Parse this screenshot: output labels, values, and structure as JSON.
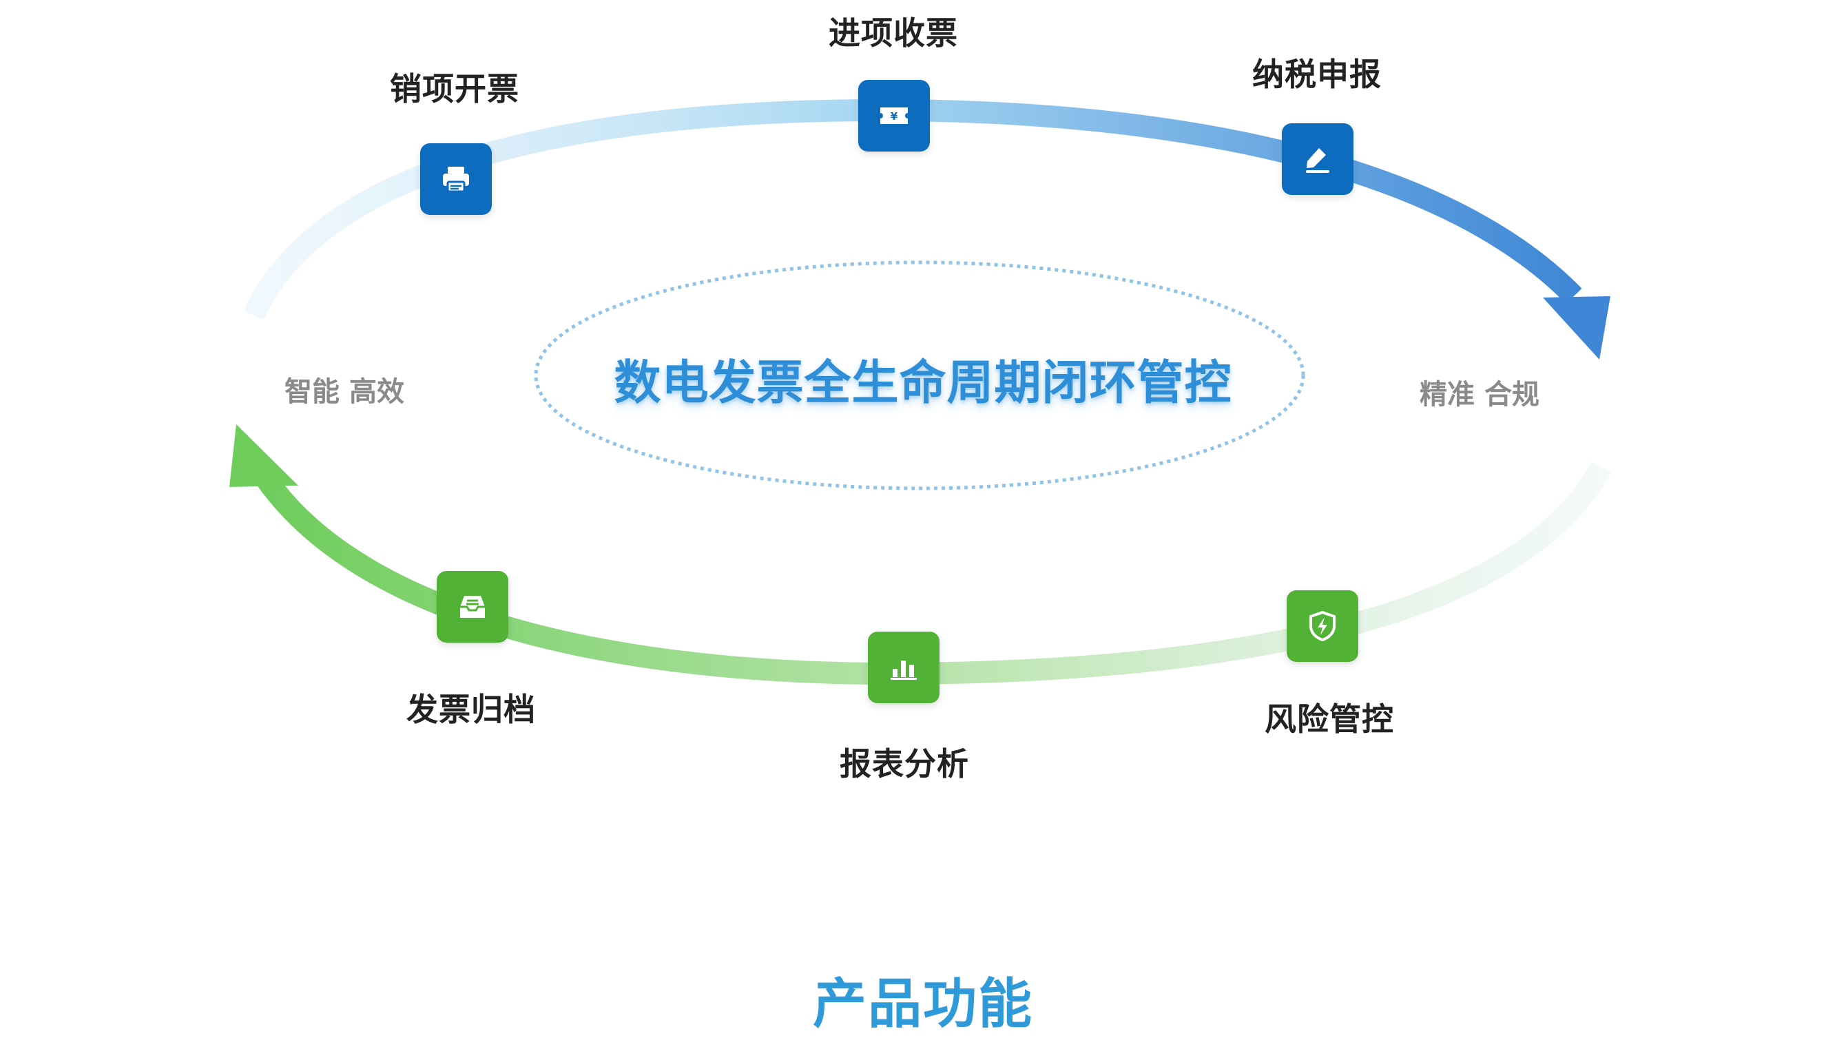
{
  "center_title": "数电发票全生命周期闭环管控",
  "side_labels": {
    "left": "智能 高效",
    "right": "精准 合规"
  },
  "nodes": {
    "sales_invoice": {
      "label": "销项开票",
      "icon": "printer-icon",
      "color": "#0e6cbf"
    },
    "purchase_invoice": {
      "label": "进项收票",
      "icon": "ticket-icon",
      "color": "#0e6cbf"
    },
    "tax_filing": {
      "label": "纳税申报",
      "icon": "pencil-edit-icon",
      "color": "#0e6cbf"
    },
    "risk_control": {
      "label": "风险管控",
      "icon": "shield-bolt-icon",
      "color": "#52b236"
    },
    "report_analysis": {
      "label": "报表分析",
      "icon": "bar-chart-icon",
      "color": "#52b236"
    },
    "invoice_archive": {
      "label": "发票归档",
      "icon": "inbox-tray-icon",
      "color": "#52b236"
    }
  },
  "footer_title": "产品功能",
  "colors": {
    "upper_arc": "#4a90d9",
    "lower_arc": "#7dd36a",
    "title": "#2e8fd8"
  }
}
